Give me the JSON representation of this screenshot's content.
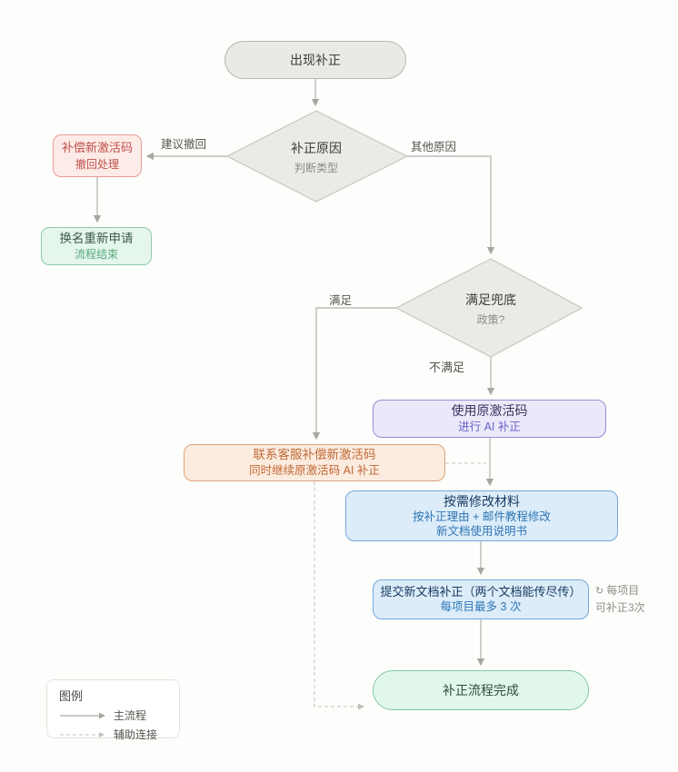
{
  "diagram": {
    "nodes": {
      "start": {
        "label": "出现补正"
      },
      "reason_decision": {
        "title": "补正原因",
        "subtitle": "判断类型"
      },
      "compensate_code": {
        "title": "补偿新激活码",
        "subtitle": "撤回处理"
      },
      "rename_reapply": {
        "title": "换名重新申请",
        "subtitle": "流程结束"
      },
      "fallback_decision": {
        "title": "满足兜底",
        "subtitle": "政策?"
      },
      "use_original_code": {
        "title": "使用原激活码",
        "subtitle": "进行 AI 补正"
      },
      "contact_support": {
        "title": "联系客服补偿新激活码",
        "subtitle": "同时继续原激活码 AI 补正"
      },
      "modify_materials": {
        "title": "按需修改材料",
        "line2": "按补正理由 + 邮件教程修改",
        "line3": "新文档使用说明书"
      },
      "submit_documents": {
        "title": "提交新文档补正（两个文档能传尽传）",
        "subtitle": "每项目最多 3 次"
      },
      "complete": {
        "label": "补正流程完成"
      }
    },
    "edge_labels": {
      "suggest_withdraw": "建议撤回",
      "other_reasons": "其他原因",
      "satisfied": "满足",
      "not_satisfied": "不满足"
    },
    "note": {
      "icon": "↻",
      "line1": "每项目",
      "line2": "可补正3次"
    },
    "legend": {
      "title": "图例",
      "main_flow": "主流程",
      "aux_link": "辅助连接"
    },
    "colors": {
      "gray_fill": "#eaeae5",
      "gray_border": "#b7b5ae",
      "diamond_fill": "#ebebe5",
      "diamond_border": "#c7c5bd",
      "red_fill": "#fdebe8",
      "red_border": "#e69d93",
      "red_text": "#c0504a",
      "green_fill": "#e5f6ec",
      "green_border": "#8ecbab",
      "green_text": "#58a77e",
      "purple_fill": "#eae9fa",
      "purple_border": "#948dcf",
      "purple_text": "#6d60c9",
      "orange_fill": "#fcebdf",
      "orange_border": "#dba378",
      "orange_text": "#c06a35",
      "blue_fill": "#dcecf9",
      "blue_border": "#73a9d8",
      "blue_text": "#2e76b5",
      "mint_fill": "#e1f7eb",
      "mint_border": "#82c8a4",
      "edge_solid": "#b2b0a9",
      "edge_dashed": "#c6c4bd"
    }
  }
}
